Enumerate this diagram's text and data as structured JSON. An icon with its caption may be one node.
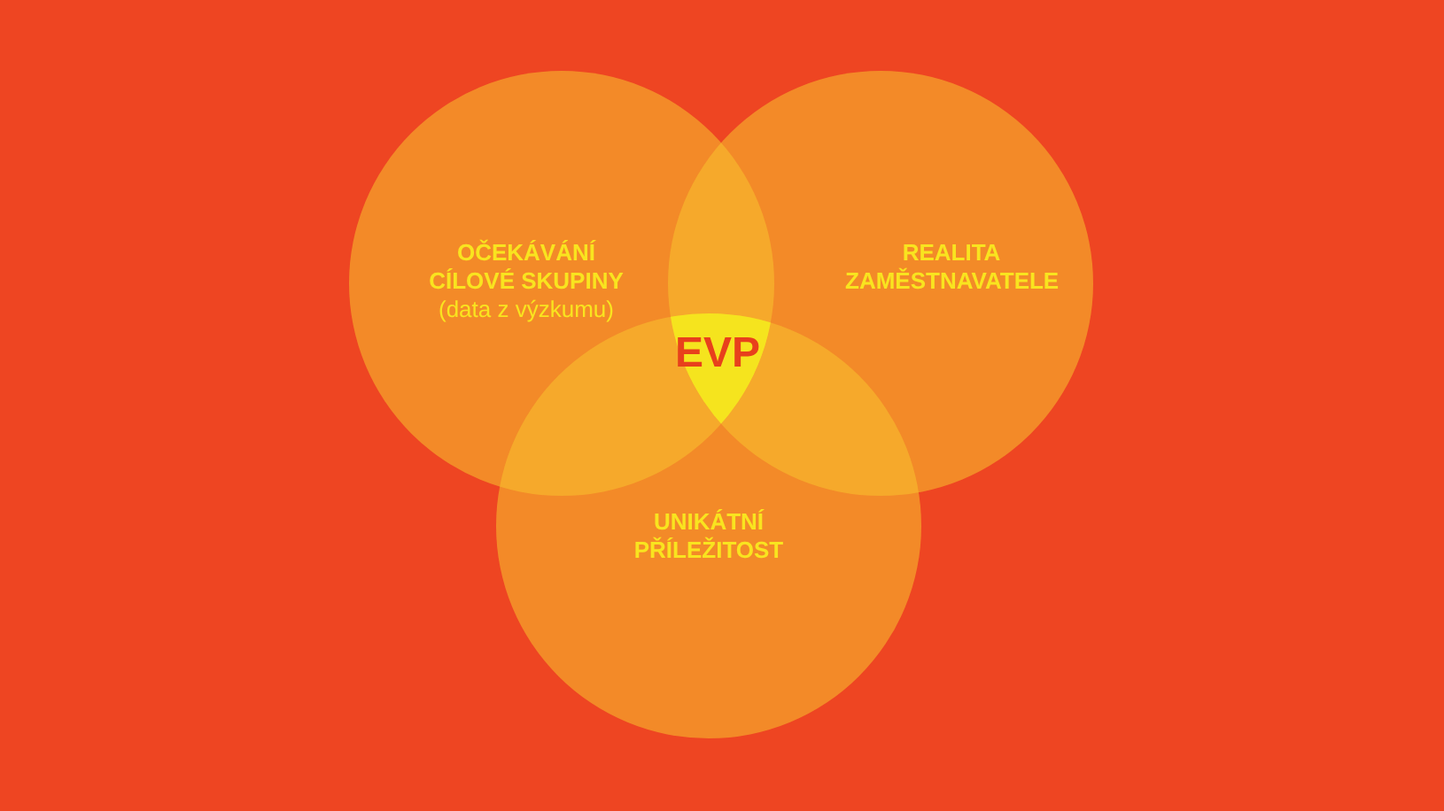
{
  "diagram": {
    "nodes": [
      {
        "text": [
          "OČEKÁVÁNÍ CÍLOVÉ SKUPINY",
          "(data z výzkumu)"
        ]
      },
      {
        "text": [
          "REALITA ZAMĚSTNAVATELE"
        ]
      },
      {
        "text": [
          "UNIKÁTNÍ PŘÍLEŽITOST"
        ]
      },
      {
        "text": [
          "EVP"
        ]
      }
    ]
  }
}
